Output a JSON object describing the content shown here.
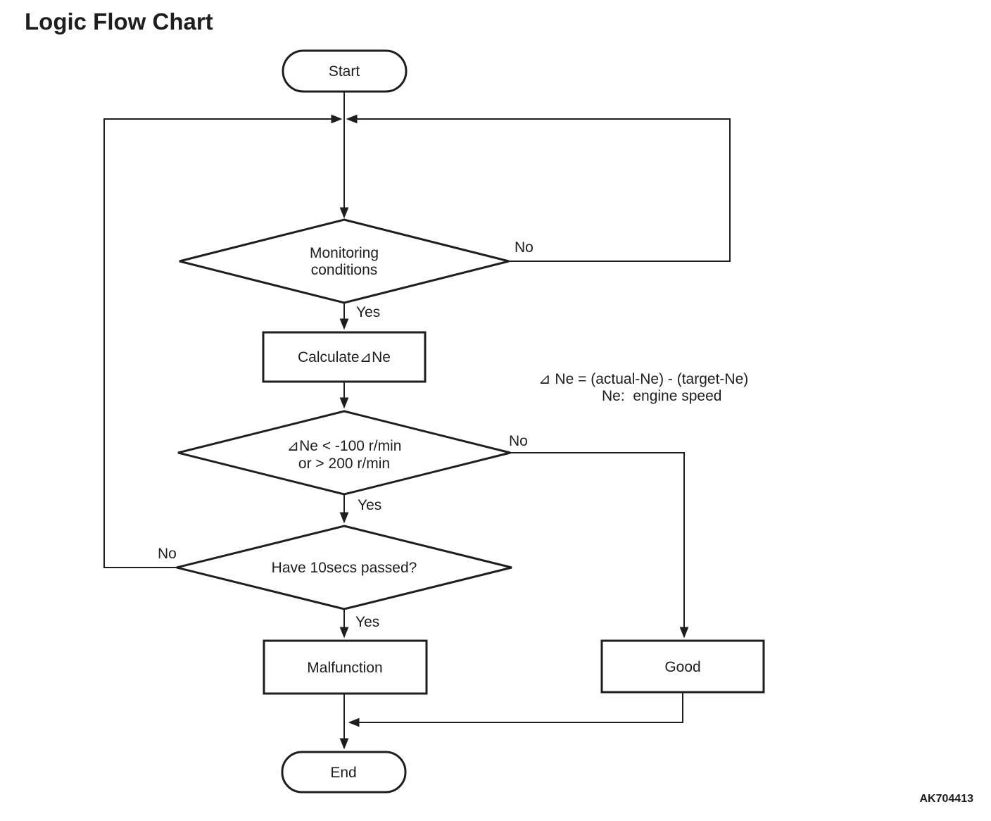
{
  "title": "Logic Flow Chart",
  "figure_code": "AK704413",
  "colors": {
    "ink": "#1e1e1e",
    "background": "#ffffff"
  },
  "nodes": {
    "start": {
      "type": "terminator",
      "label": "Start"
    },
    "monitoring": {
      "type": "decision",
      "line1": "Monitoring",
      "line2": "conditions"
    },
    "calculate": {
      "type": "process",
      "label": "Calculate⊿Ne"
    },
    "delta_check": {
      "type": "decision",
      "line1": "⊿Ne < -100 r/min",
      "line2": "or > 200 r/min"
    },
    "timer": {
      "type": "decision",
      "label": "Have 10secs passed?"
    },
    "malfunction": {
      "type": "process",
      "label": "Malfunction"
    },
    "good": {
      "type": "process",
      "label": "Good"
    },
    "end": {
      "type": "terminator",
      "label": "End"
    }
  },
  "edge_labels": {
    "monitoring_no": "No",
    "monitoring_yes": "Yes",
    "delta_no": "No",
    "delta_yes": "Yes",
    "timer_no": "No",
    "timer_yes": "Yes"
  },
  "annotation": {
    "line1": "⊿ Ne = (actual-Ne) - (target-Ne)",
    "line2": "Ne:  engine speed"
  }
}
